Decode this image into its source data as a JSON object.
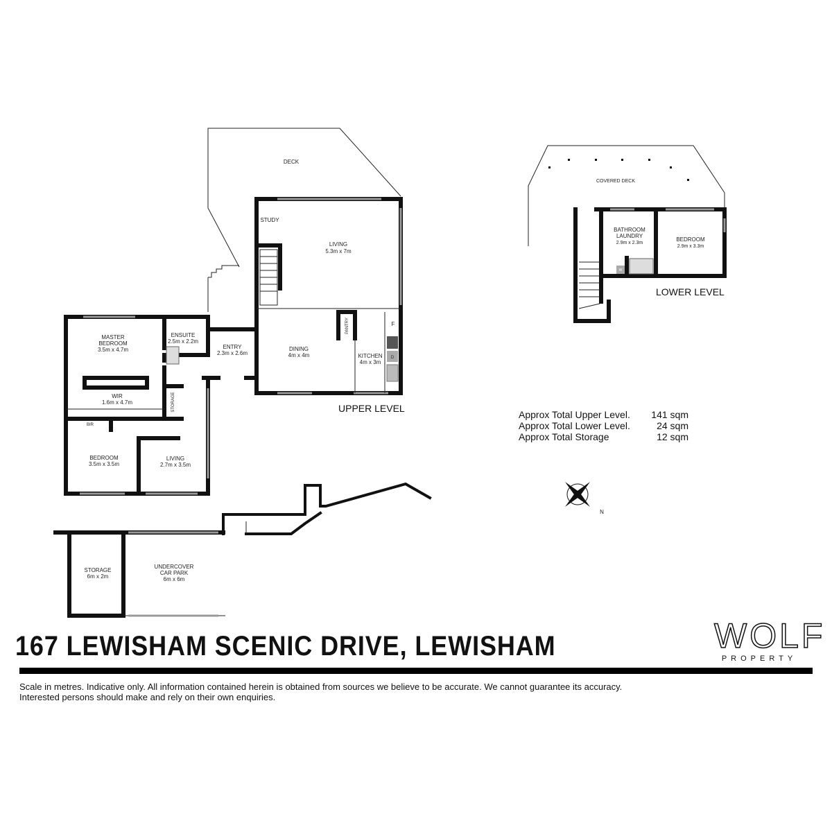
{
  "title": "167 LEWISHAM SCENIC DRIVE, LEWISHAM",
  "disclaimer": [
    "Scale in metres. Indicative only. All information contained herein is obtained from sources we believe to be accurate. We cannot guarantee its accuracy.",
    "Interested persons should make and rely on their own enquiries."
  ],
  "logo": {
    "name": "WOLF",
    "sub": "PROPERTY"
  },
  "levels": {
    "upper": "UPPER LEVEL",
    "lower": "LOWER LEVEL"
  },
  "areas": [
    {
      "label": "Approx Total Upper Level.",
      "value": "141 sqm"
    },
    {
      "label": "Approx Total Lower Level.",
      "value": "24 sqm"
    },
    {
      "label": "Approx Total Storage",
      "value": "12 sqm"
    }
  ],
  "rooms": {
    "deck": {
      "name": "DECK"
    },
    "study": {
      "name": "STUDY"
    },
    "living_main": {
      "name": "LIVING",
      "size": "5.3m x 7m"
    },
    "dining": {
      "name": "DINING",
      "size": "4m x 4m"
    },
    "kitchen": {
      "name": "KITCHEN",
      "size": "4m x 3m"
    },
    "pantry": {
      "name": "PANTRY"
    },
    "fridge": {
      "name": "F"
    },
    "dishwasher": {
      "name": "D"
    },
    "entry": {
      "name": "ENTRY",
      "size": "2.3m x 2.6m"
    },
    "master": {
      "name1": "MASTER",
      "name2": "BEDROOM",
      "size": "3.5m x 4.7m"
    },
    "ensuite": {
      "name": "ENSUITE",
      "size": "2.5m x 2.2m"
    },
    "wir": {
      "name": "WIR",
      "size": "1.6m x 4.7m"
    },
    "storage_small": {
      "name": "STORAGE"
    },
    "bir": {
      "name": "BIR"
    },
    "bedroom": {
      "name": "BEDROOM",
      "size": "3.5m x 3.5m"
    },
    "living_lower": {
      "name": "LIVING",
      "size": "2.7m x 3.5m"
    },
    "storage": {
      "name": "STORAGE",
      "size": "6m x 2m"
    },
    "carpark": {
      "name1": "UNDERCOVER",
      "name2": "CAR PARK",
      "size": "6m x 6m"
    },
    "covered_deck": {
      "name": "COVERED DECK"
    },
    "bath_laundry": {
      "name1": "BATHROOM",
      "name2": "LAUNDRY",
      "size": "2.9m x 2.3m"
    },
    "washer": {
      "name": "W"
    },
    "bedroom_lower": {
      "name": "BEDROOM",
      "size": "2.9m x 3.3m"
    }
  },
  "compass": {
    "north": "N"
  }
}
